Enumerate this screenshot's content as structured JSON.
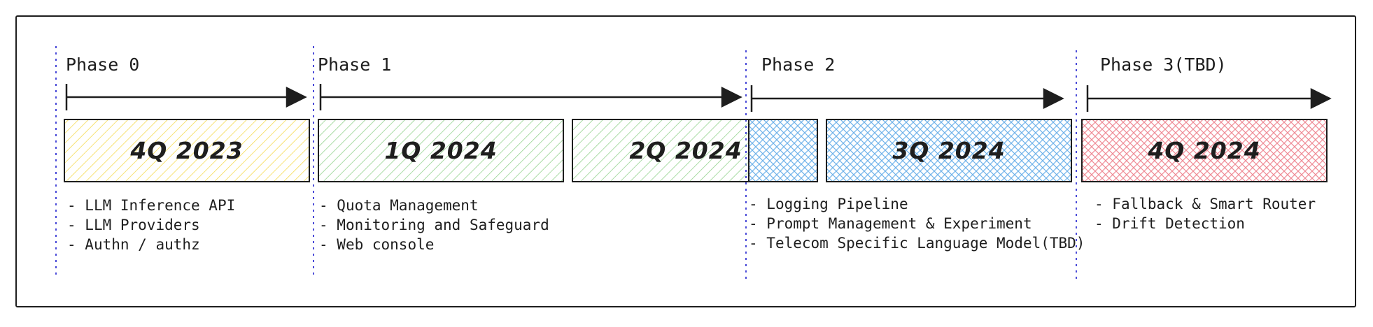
{
  "phases": [
    {
      "title": "Phase 0"
    },
    {
      "title": "Phase 1"
    },
    {
      "title": "Phase 2"
    },
    {
      "title": "Phase 3(TBD)"
    }
  ],
  "quarters": [
    {
      "label": "4Q 2023",
      "color": "#f5d94a"
    },
    {
      "label": "1Q 2024",
      "color": "#8fd18a"
    },
    {
      "label": "2Q 2024",
      "color": "#8fd18a"
    },
    {
      "label": "3Q 2024",
      "color": "#6fb2ea"
    },
    {
      "label": "4Q 2024",
      "color": "#ef8a95"
    }
  ],
  "bridge_color": "#6fb2ea",
  "item_lists": [
    [
      "LLM Inference API",
      "LLM Providers",
      "Authn / authz"
    ],
    [
      "Quota Management",
      "Monitoring and Safeguard",
      "Web console"
    ],
    [
      "Logging Pipeline",
      "Prompt Management & Experiment",
      "Telecom Specific Language Model(TBD)"
    ],
    [
      "Fallback & Smart Router",
      "Drift Detection"
    ]
  ],
  "colors": {
    "ink": "#1e1e1e",
    "divider": "#4a4ad8"
  }
}
